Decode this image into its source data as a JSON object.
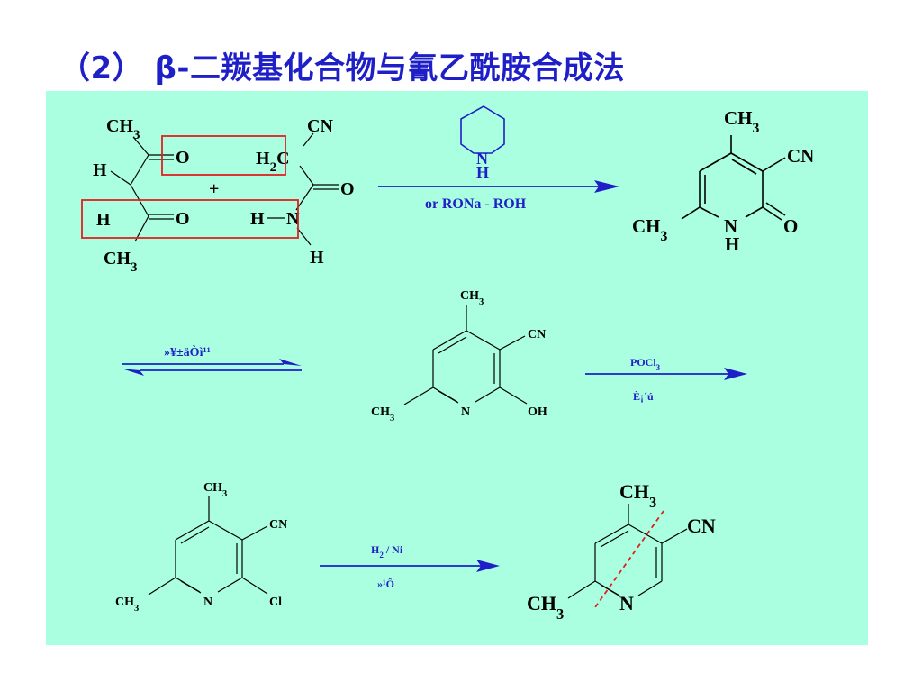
{
  "slide": {
    "title": "（2） β-二羰基化合物与氰乙酰胺合成法"
  },
  "reaction1": {
    "reactant_left": {
      "atoms": [
        "CH3",
        "O",
        "H",
        "H",
        "O",
        "CH3"
      ],
      "ch3_top": "CH3",
      "o_upper": "O",
      "h_alpha": "H",
      "h_enol": "H",
      "o_lower": "O",
      "ch3_bottom": "CH3"
    },
    "plus": "+",
    "reactant_right": {
      "cn": "CN",
      "h2c": "H2C",
      "o": "O",
      "h_n": "H",
      "n": "N",
      "h_bottom": "H"
    },
    "catalyst_ring_atoms": {
      "n": "N",
      "h": "H"
    },
    "condition": "or RONa - ROH",
    "product": {
      "ch3_top": "CH3",
      "cn": "CN",
      "ch3_left": "CH3",
      "n": "N",
      "nh": "H",
      "o": "O"
    }
  },
  "reaction2": {
    "equilibrium_label": "»¥±äÒì¹¹",
    "tautomer": {
      "ch3_top": "CH3",
      "cn": "CN",
      "ch3_left": "CH3",
      "n": "N",
      "oh": "OH"
    },
    "reagent": "POCl3",
    "condition": "È¡´ú"
  },
  "reaction3": {
    "chloro": {
      "ch3_top": "CH3",
      "cn": "CN",
      "ch3_left": "CH3",
      "n": "N",
      "cl": "Cl"
    },
    "reagent": "H2 / Ni",
    "condition": "»¹Ô­",
    "product": {
      "ch3_top": "CH3",
      "cn": "CN",
      "ch3_left": "CH3",
      "n": "N"
    }
  },
  "colors": {
    "panel_background": "#aaffe0",
    "title_text": "#1f1fc8",
    "arrow": "#1f1fc8",
    "highlight_box": "#e02020",
    "disconnection_line": "#e02020"
  }
}
